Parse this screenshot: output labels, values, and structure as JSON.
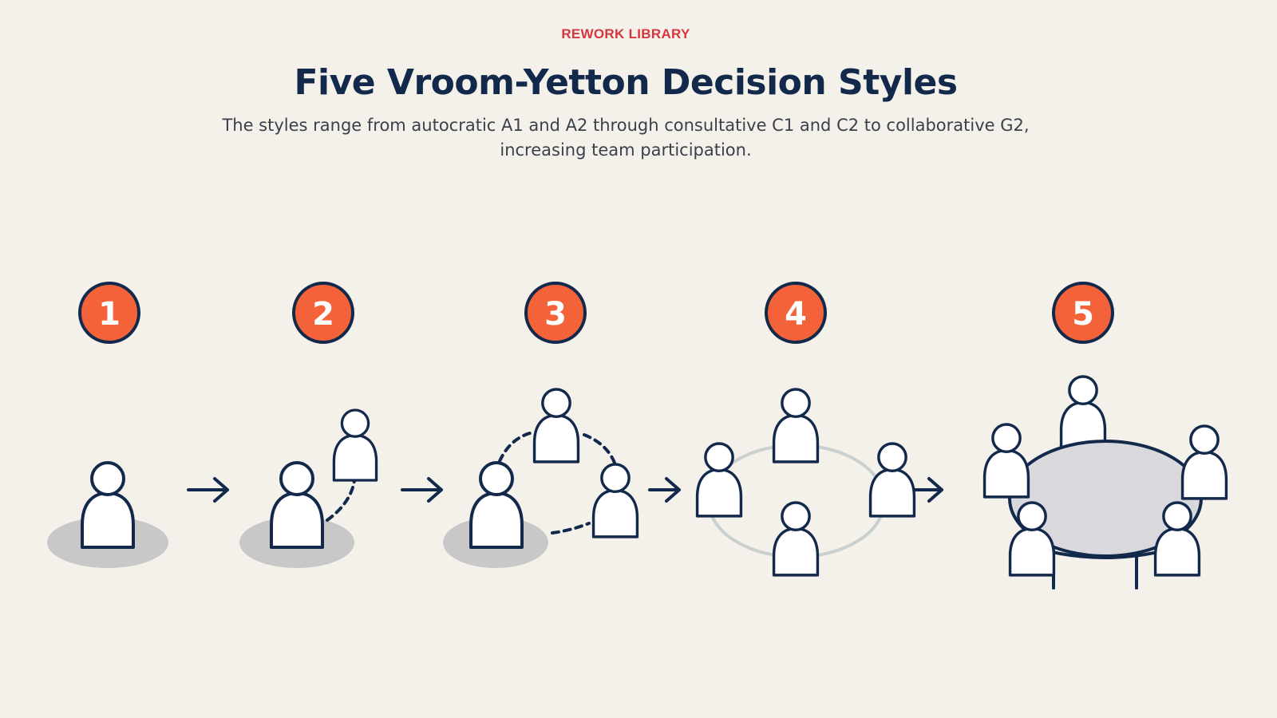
{
  "header": {
    "eyebrow": "REWORK LIBRARY",
    "title": "Five Vroom-Yetton Decision Styles",
    "subtitle": "The styles range from autocratic A1 and A2 through consultative C1 and C2 to collaborative G2, increasing team participation."
  },
  "steps": [
    {
      "number": "1",
      "icon": "single-person-icon"
    },
    {
      "number": "2",
      "icon": "person-with-advisor-icon"
    },
    {
      "number": "3",
      "icon": "person-consulting-group-icon"
    },
    {
      "number": "4",
      "icon": "group-circle-icon"
    },
    {
      "number": "5",
      "icon": "round-table-meeting-icon"
    }
  ],
  "colors": {
    "accent": "#d6373f",
    "title": "#13294b",
    "badge_fill": "#f4623a",
    "badge_ring": "#13294b",
    "line": "#13294b",
    "shadow": "#c9c8c8",
    "table": "#d9d8dd",
    "ring": "#c9d0d0",
    "background": "#f4f1ea"
  }
}
